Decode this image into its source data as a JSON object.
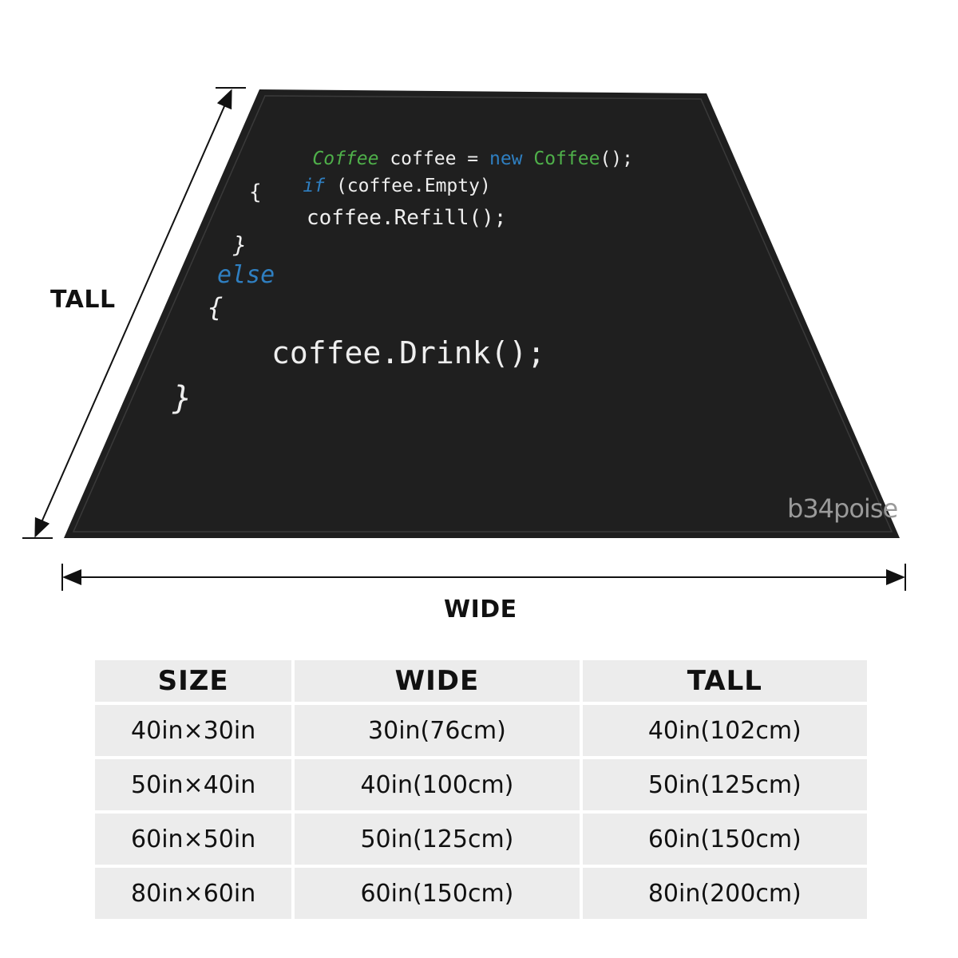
{
  "blanket": {
    "background_color": "#1f1f1f",
    "code": {
      "line1": {
        "type": "Coffee",
        "var": " coffee = ",
        "new": "new",
        "ctor": " Coffee",
        "end": "();"
      },
      "line2": {
        "kw": "if",
        "rest": " (coffee.Empty)"
      },
      "line3": "{",
      "line4": "coffee.Refill();",
      "line5": "}",
      "line6": "else",
      "line7": "{",
      "line8": "coffee.Drink();",
      "line9": "}"
    },
    "watermark": "b34poise",
    "colors": {
      "keyword_green": "#4fb04a",
      "keyword_blue": "#2f7fc1",
      "text": "#eeeeee"
    }
  },
  "dimensions": {
    "tall_label": "TALL",
    "wide_label": "WIDE"
  },
  "size_table": {
    "headers": [
      "SIZE",
      "WIDE",
      "TALL"
    ],
    "rows": [
      [
        "40in×30in",
        "30in(76cm)",
        "40in(102cm)"
      ],
      [
        "50in×40in",
        "40in(100cm)",
        "50in(125cm)"
      ],
      [
        "60in×50in",
        "50in(125cm)",
        "60in(150cm)"
      ],
      [
        "80in×60in",
        "60in(150cm)",
        "80in(200cm)"
      ]
    ]
  }
}
